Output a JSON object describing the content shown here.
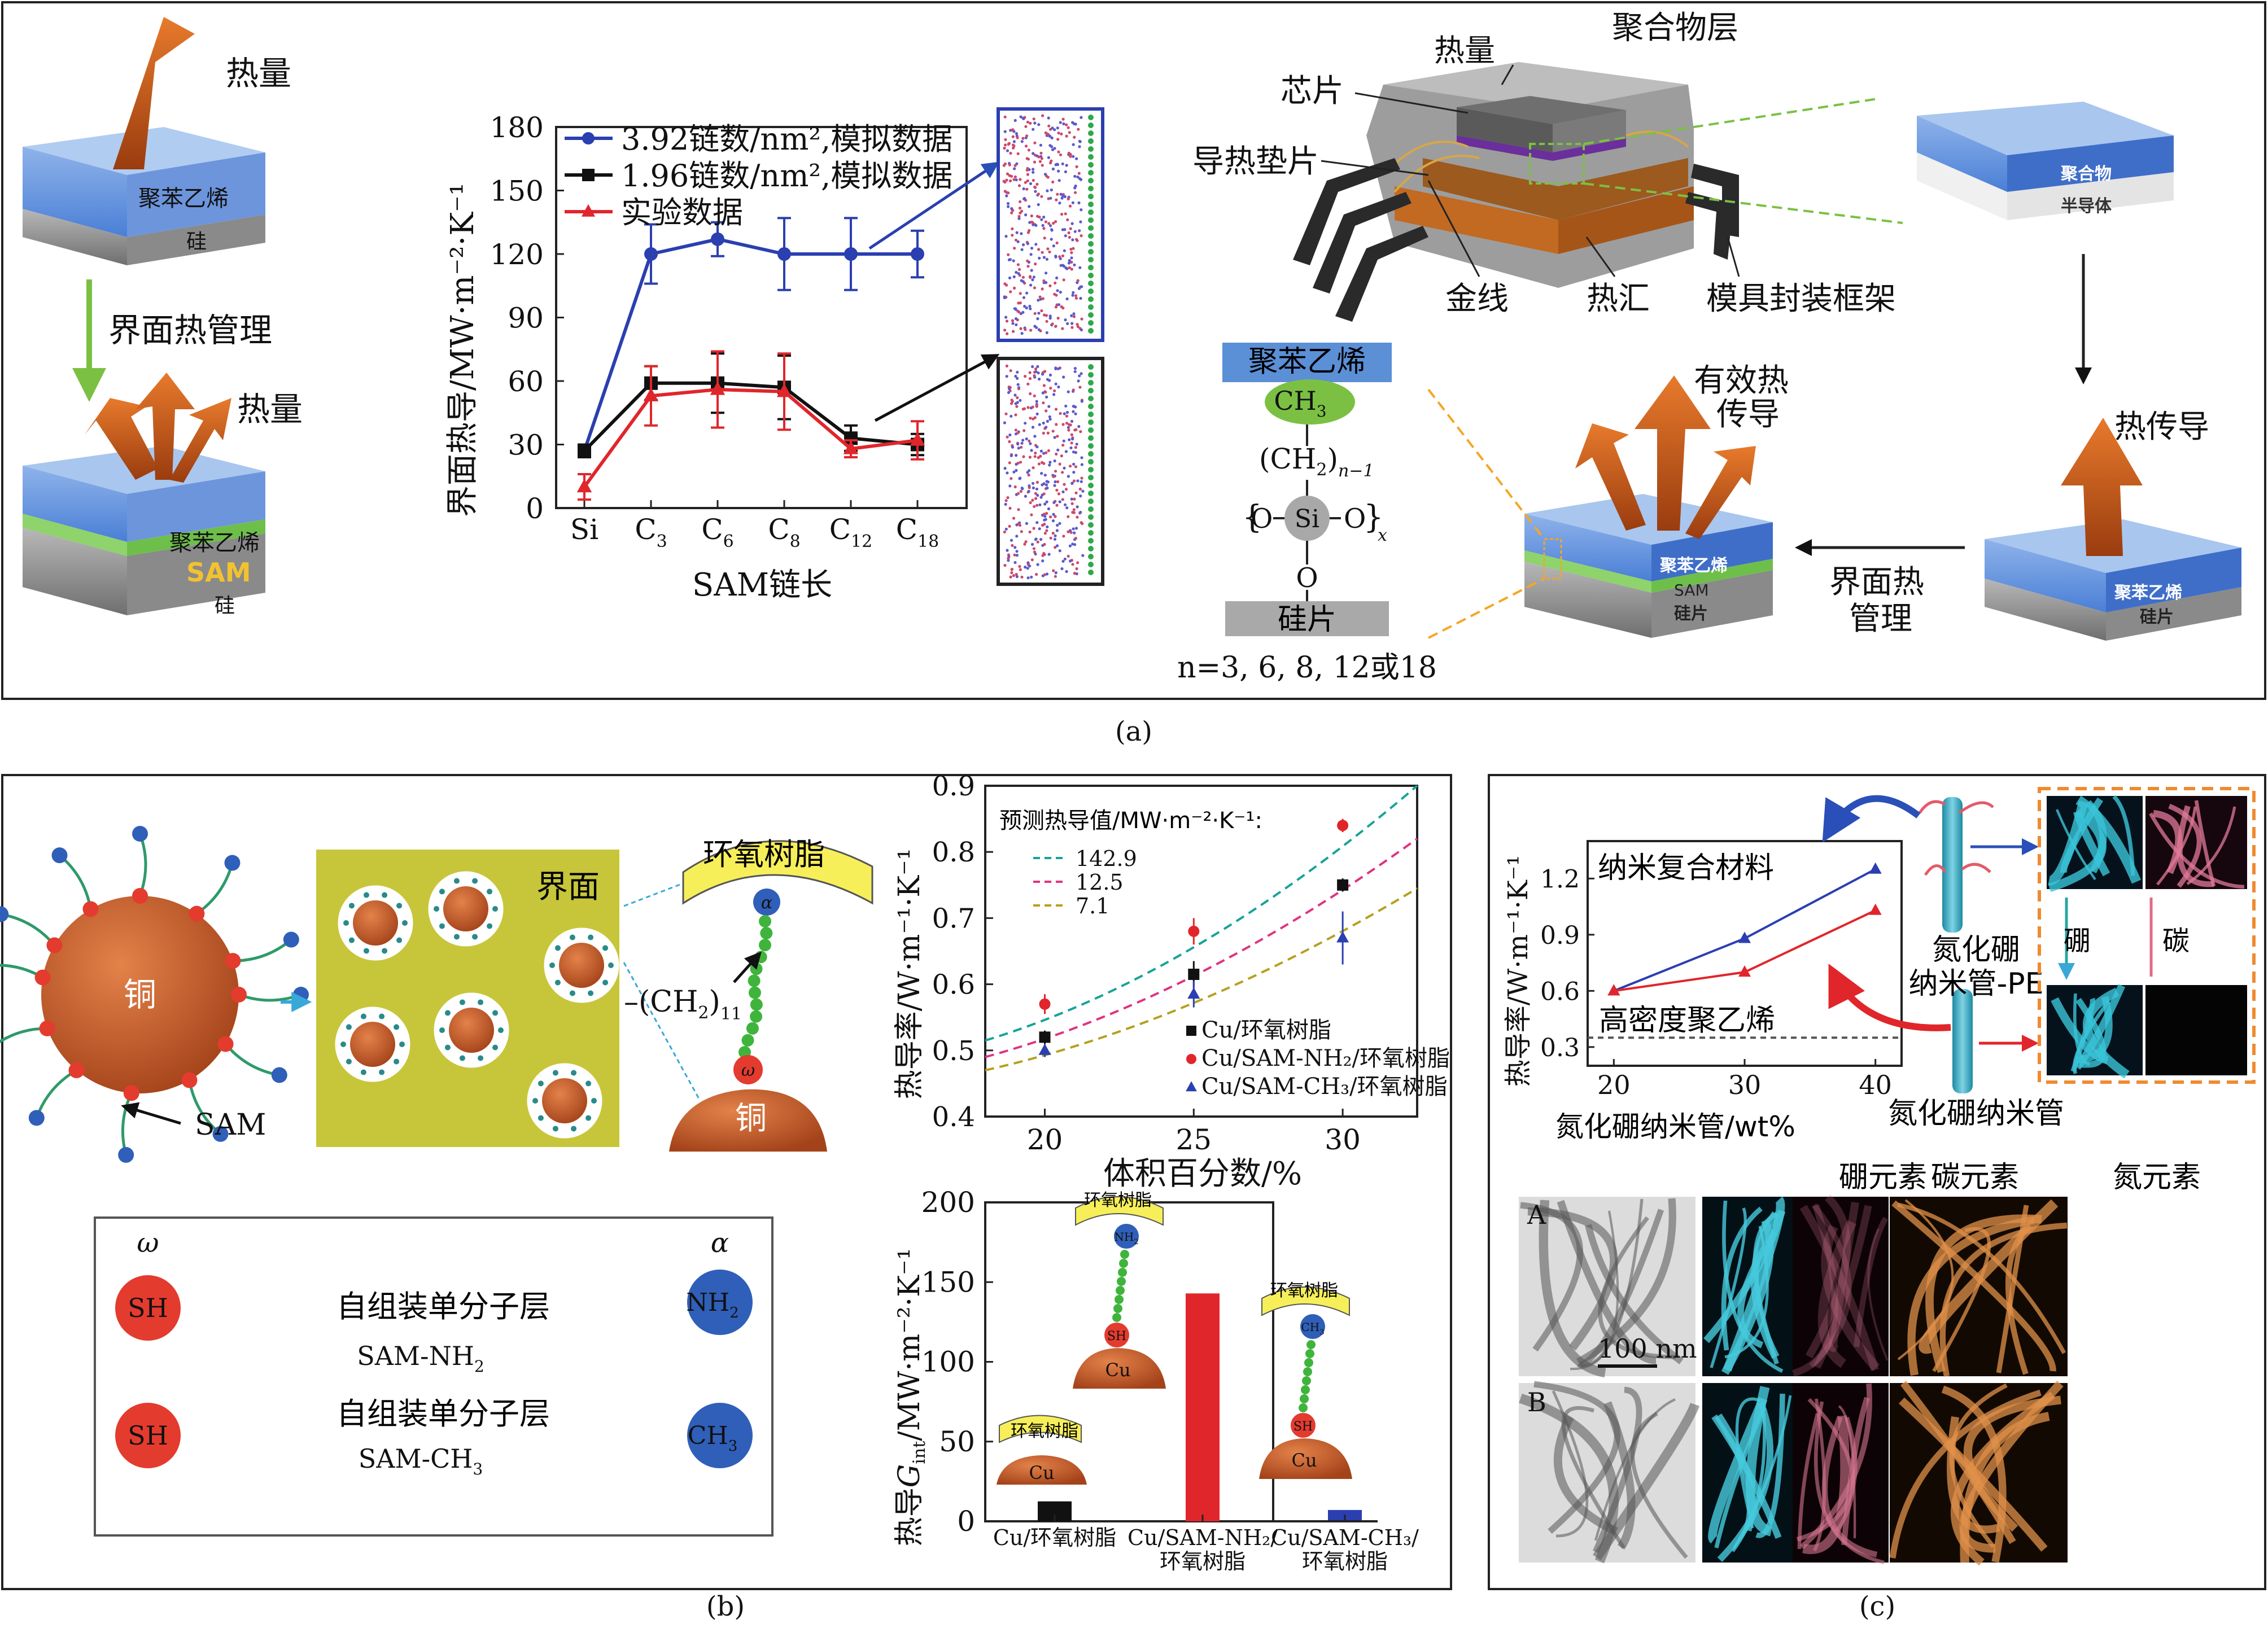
{
  "captions": {
    "a": "(a)",
    "b": "(b)",
    "c": "(c)"
  },
  "panel_a": {
    "heat_top": "热量",
    "heat_bottom": "热量",
    "polystyrene_top": "聚苯乙烯",
    "silicon_top": "硅",
    "arrow_label": "界面热管理",
    "polystyrene_bottom": "聚苯乙烯",
    "sam_label": "SAM",
    "silicon_bottom": "硅",
    "chip": {
      "heat": "热量",
      "polymer_layer": "聚合物层",
      "chip": "芯片",
      "thermal_pad": "导热垫片",
      "gold_wire": "金线",
      "heat_sink": "热汇",
      "lead_frame": "模具封装框架"
    },
    "inset": {
      "polymer": "聚合物",
      "semiconductor": "半导体"
    },
    "heat_conduction": "热传导",
    "effective_conduction_1": "有效热",
    "effective_conduction_2": "传导",
    "interface_mgmt_1": "界面热",
    "interface_mgmt_2": "管理",
    "right_block_poly": "聚苯乙烯",
    "right_block_si": "硅片",
    "mid_block_poly": "聚苯乙烯",
    "mid_block_sam": "SAM",
    "mid_block_si": "硅片",
    "molecule": {
      "top": "聚苯乙烯",
      "ch3": "CH",
      "ch3_sub": "3",
      "ch2": "(CH",
      "ch2_sub": "2",
      "ch2_close": ")",
      "n_minus": "n−1",
      "si": "Si",
      "o": "O",
      "x": "x",
      "bottom": "硅片",
      "n_values": "n=3, 6, 8, 12或18"
    }
  },
  "panel_b": {
    "copper": "铜",
    "sam_arrow": "SAM",
    "interface": "界面",
    "epoxy": "环氧树脂",
    "alpha": "α",
    "omega": "ω",
    "ch2_chain": "–(CH",
    "ch2_chain_sub": "2",
    "ch2_chain_close": ")",
    "ch2_chain_n": "11",
    "copper_bottom": "铜",
    "legend_box": {
      "omega": "ω",
      "alpha": "α",
      "sh": "SH",
      "nh2": "NH",
      "nh2_sub": "2",
      "ch3": "CH",
      "ch3_sub": "3",
      "row1_title": "自组装单分子层",
      "row1_sub": "SAM-NH",
      "row1_sub_sub": "2",
      "row2_title": "自组装单分子层",
      "row2_sub": "SAM-CH",
      "row2_sub_sub": "3"
    },
    "bar_insets": {
      "epoxy": "环氧树脂",
      "cu": "Cu",
      "sh": "SH",
      "nh2": "NH",
      "nh2_sub": "2",
      "ch3": "CH",
      "ch3_sub": "3"
    }
  },
  "panel_c": {
    "nanocomposite": "纳米复合材料",
    "hdpe": "高密度聚乙烯",
    "bnnt_pe_1": "氮化硼",
    "bnnt_pe_2": "纳米管-PE",
    "bnnt": "氮化硼纳米管",
    "boron": "硼",
    "carbon": "碳",
    "col_headers": [
      "硼元素",
      "碳元素",
      "氮元素"
    ],
    "row_a": "A",
    "row_b": "B",
    "scale_bar": "100 nm"
  },
  "chart_data": [
    {
      "id": "a-sam-chain",
      "type": "line",
      "categories": [
        "Si",
        "C3",
        "C6",
        "C8",
        "C12",
        "C18"
      ],
      "category_labels": [
        [
          "Si",
          ""
        ],
        [
          "C",
          "3"
        ],
        [
          "C",
          "6"
        ],
        [
          "C",
          "8"
        ],
        [
          "C",
          "12"
        ],
        [
          "C",
          "18"
        ]
      ],
      "ylabel": "界面热导/MW·m⁻²·K⁻¹",
      "xlabel": "SAM链长",
      "ylim": [
        0,
        180
      ],
      "yticks": [
        0,
        30,
        60,
        90,
        120,
        150,
        180
      ],
      "series": [
        {
          "name": "3.92链数/nm²,模拟数据",
          "color": "#2b3fb0",
          "marker": "circle",
          "values": [
            null,
            120,
            127,
            120,
            120,
            120
          ],
          "errors": [
            null,
            14,
            8,
            17,
            17,
            11
          ]
        },
        {
          "name": "1.96链数/nm²,模拟数据",
          "color": "#111111",
          "marker": "square",
          "values": [
            27,
            59,
            59,
            57,
            33,
            30
          ],
          "errors": [
            3,
            8,
            14,
            15,
            6,
            5
          ]
        },
        {
          "name": "实验数据",
          "color": "#e0262b",
          "marker": "triangle",
          "values": [
            10,
            53,
            56,
            55,
            28,
            32
          ],
          "errors": [
            6,
            14,
            18,
            18,
            4,
            9
          ]
        }
      ],
      "si_blue": 27
    },
    {
      "id": "b-volume-fraction",
      "type": "scatter",
      "xlabel": "体积百分数/%",
      "ylabel": "热导率/W·m⁻¹·K⁻¹",
      "xlim": [
        18,
        32.5
      ],
      "ylim": [
        0.4,
        0.9
      ],
      "xticks": [
        20,
        25,
        30
      ],
      "yticks": [
        0.4,
        0.5,
        0.6,
        0.7,
        0.8,
        0.9
      ],
      "prediction_title": "预测热导值/MW·m⁻²·K⁻¹:",
      "prediction_lines": [
        {
          "name": "142.9",
          "color": "#17a398",
          "points": [
            [
              18,
              0.515
            ],
            [
              25,
              0.645
            ],
            [
              32.5,
              0.905
            ]
          ]
        },
        {
          "name": "12.5",
          "color": "#e0337f",
          "points": [
            [
              18,
              0.49
            ],
            [
              25,
              0.61
            ],
            [
              32.5,
              0.82
            ]
          ]
        },
        {
          "name": "7.1",
          "color": "#b5a020",
          "points": [
            [
              18,
              0.47
            ],
            [
              25,
              0.575
            ],
            [
              32.5,
              0.745
            ]
          ]
        }
      ],
      "series": [
        {
          "name": "Cu/环氧树脂",
          "color": "#111111",
          "marker": "square",
          "x": [
            20,
            25,
            30
          ],
          "y": [
            0.52,
            0.615,
            0.75
          ],
          "errors": [
            0.01,
            0.02,
            0.01
          ]
        },
        {
          "name": "Cu/SAM-NH₂/环氧树脂",
          "color": "#e0262b",
          "marker": "circle",
          "x": [
            20,
            25,
            30
          ],
          "y": [
            0.57,
            0.68,
            0.84
          ],
          "errors": [
            0.015,
            0.02,
            0.01
          ]
        },
        {
          "name": "Cu/SAM-CH₃/环氧树脂",
          "color": "#2b3fb0",
          "marker": "triangle",
          "x": [
            20,
            25,
            30
          ],
          "y": [
            0.5,
            0.585,
            0.67
          ],
          "errors": [
            0.01,
            0.02,
            0.04
          ]
        }
      ]
    },
    {
      "id": "b-interface-conductance",
      "type": "bar",
      "ylabel": "热导 G_int/MW·m⁻²·K⁻¹",
      "ylim": [
        0,
        200
      ],
      "yticks": [
        0,
        50,
        100,
        150,
        200
      ],
      "categories": [
        "Cu/环氧树脂",
        "Cu/SAM-NH₂/环氧树脂",
        "Cu/SAM-CH₃/环氧树脂"
      ],
      "category_lines": [
        [
          "Cu/环氧树脂"
        ],
        [
          "Cu/SAM-NH₂/",
          "环氧树脂"
        ],
        [
          "Cu/SAM-CH₃/",
          "环氧树脂"
        ]
      ],
      "values": [
        12.5,
        142.9,
        7.1
      ],
      "colors": [
        "#111111",
        "#e0262b",
        "#2b3fb0"
      ]
    },
    {
      "id": "c-bnnt-loading",
      "type": "line",
      "xlabel": "氮化硼纳米管/wt%",
      "ylabel": "热导率/W·m⁻¹·K⁻¹",
      "xlim": [
        18,
        42
      ],
      "ylim": [
        0.2,
        1.4
      ],
      "xticks": [
        20,
        30,
        40
      ],
      "yticks": [
        0.3,
        0.6,
        0.9,
        1.2
      ],
      "hdpe_baseline": 0.35,
      "series": [
        {
          "name": "氮化硼纳米管-PE",
          "color": "#2b3fb0",
          "x": [
            20,
            30,
            40
          ],
          "y": [
            0.6,
            0.88,
            1.25
          ]
        },
        {
          "name": "氮化硼纳米管",
          "color": "#e0262b",
          "x": [
            20,
            30,
            40
          ],
          "y": [
            0.6,
            0.7,
            1.03
          ]
        }
      ]
    }
  ]
}
